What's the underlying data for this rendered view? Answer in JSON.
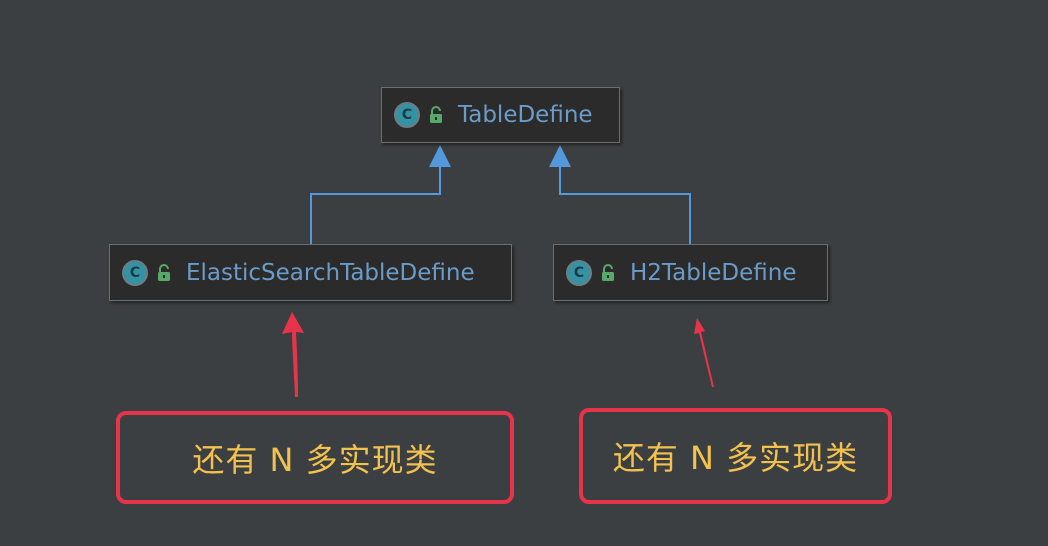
{
  "diagram": {
    "nodes": {
      "parent": {
        "name": "TableDefine",
        "icon": "class-icon"
      },
      "child_left": {
        "name": "ElasticSearchTableDefine",
        "icon": "class-icon"
      },
      "child_right": {
        "name": "H2TableDefine",
        "icon": "class-icon"
      }
    },
    "edge_color": "#5599dd",
    "node_text_color": "#6b9cc9",
    "class_icon_letter": "C"
  },
  "annotations": {
    "left_note": "还有 N 多实现类",
    "right_note": "还有 N 多实现类",
    "box_color": "#e8344a",
    "text_color": "#f2c14e",
    "arrow_color": "#e8344a"
  }
}
